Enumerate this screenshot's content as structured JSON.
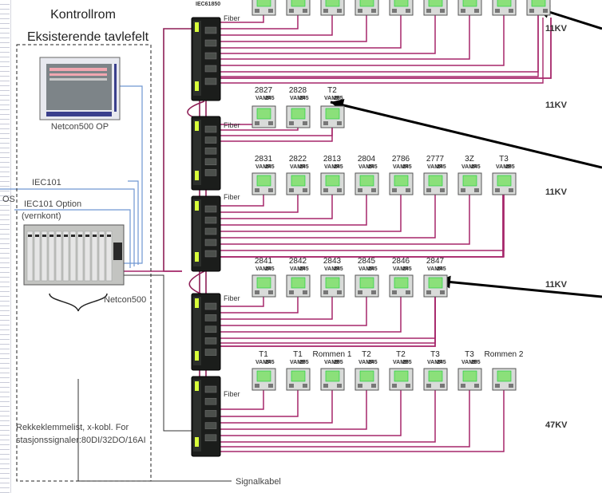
{
  "control_room": {
    "title": "Kontrollrom",
    "subtitle": "Eksisterende tavlefelt",
    "operator_panel": "Netcon500 OP",
    "iec101": "IEC101",
    "iec101_option": "IEC101   Option",
    "vernkont": "(vernkont)",
    "os_fragment": "OS",
    "netcon": "Netcon500",
    "terminal_text_1": "Rekkeklemmelist, x-kobl. For",
    "terminal_text_2": "stasjonssignaler:80DI/32DO/16AI",
    "signal_cable": "Signalkabel"
  },
  "iec_label": "IEC61850",
  "fiber_label": "Fiber",
  "relay_model": "VAMP",
  "rows": [
    {
      "voltage": "11KV",
      "relays": [
        {
          "name": "",
          "model": ""
        },
        {
          "name": "",
          "model": ""
        },
        {
          "name": "",
          "model": ""
        },
        {
          "name": "",
          "model": ""
        },
        {
          "name": "",
          "model": ""
        },
        {
          "name": "",
          "model": ""
        },
        {
          "name": "",
          "model": ""
        },
        {
          "name": "",
          "model": ""
        },
        {
          "name": "",
          "model": ""
        }
      ]
    },
    {
      "voltage": "11KV",
      "relays": [
        {
          "name": "2827",
          "model": "245"
        },
        {
          "name": "2828",
          "model": "245"
        },
        {
          "name": "T2",
          "model": "255"
        }
      ]
    },
    {
      "voltage": "11KV",
      "relays": [
        {
          "name": "2831",
          "model": "245"
        },
        {
          "name": "2822",
          "model": "245"
        },
        {
          "name": "2813",
          "model": "245"
        },
        {
          "name": "2804",
          "model": "245"
        },
        {
          "name": "2786",
          "model": "245"
        },
        {
          "name": "2777",
          "model": "245"
        },
        {
          "name": "3Z",
          "model": "245"
        },
        {
          "name": "T3",
          "model": "255"
        }
      ]
    },
    {
      "voltage": "11KV",
      "relays": [
        {
          "name": "2841",
          "model": "245"
        },
        {
          "name": "2842",
          "model": "245"
        },
        {
          "name": "2843",
          "model": "245"
        },
        {
          "name": "2845",
          "model": "245"
        },
        {
          "name": "2846",
          "model": "245"
        },
        {
          "name": "2847",
          "model": "245"
        }
      ]
    },
    {
      "voltage": "47KV",
      "relays": [
        {
          "name": "T1",
          "model": "245"
        },
        {
          "name": "T1",
          "model": "255"
        },
        {
          "name": "Rommen 1",
          "model": "255"
        },
        {
          "name": "T2",
          "model": "245"
        },
        {
          "name": "T2",
          "model": "255"
        },
        {
          "name": "T3",
          "model": "245"
        },
        {
          "name": "T3",
          "model": "255"
        },
        {
          "name": "Rommen 2",
          "model": ""
        }
      ]
    }
  ],
  "colors": {
    "cable": "#a6266a",
    "comm": "#6f97d2",
    "screen": "#8be07a",
    "switch": "#1b1d1b",
    "accent": "#d8ff3a"
  }
}
